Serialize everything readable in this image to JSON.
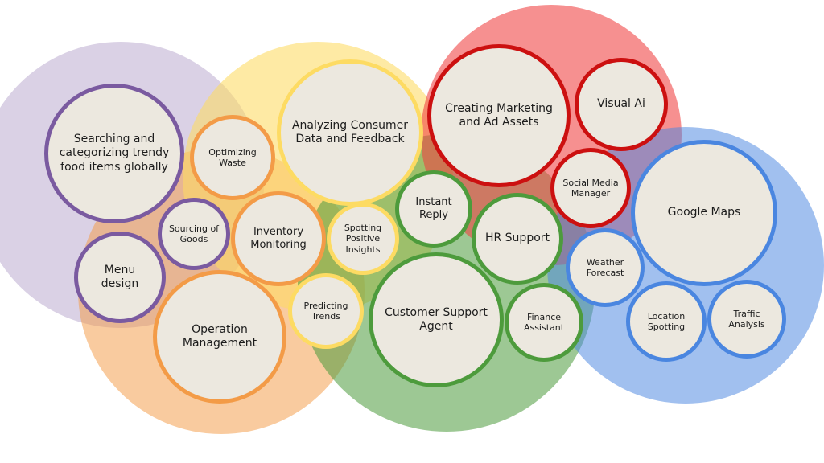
{
  "colors": {
    "purple": "#7a5aa0",
    "orange": "#f39b47",
    "yellow": "#fddb63",
    "green": "#4d9b3c",
    "red": "#cc1010",
    "blue": "#4a86e0",
    "node_fill": "#ece8df"
  },
  "groups": {
    "purple": {
      "items": [
        "Searching and categorizing trendy food items globally",
        "Menu design",
        "Sourcing of Goods"
      ]
    },
    "orange": {
      "items": [
        "Optimizing Waste",
        "Inventory Monitoring",
        "Operation Management"
      ]
    },
    "yellow": {
      "items": [
        "Analyzing Consumer Data and Feedback",
        "Spotting Positive Insights",
        "Predicting Trends"
      ]
    },
    "green": {
      "items": [
        "Instant Reply",
        "HR Support",
        "Customer Support Agent",
        "Finance Assistant"
      ]
    },
    "red": {
      "items": [
        "Creating Marketing and Ad Assets",
        "Visual Ai",
        "Social Media Manager"
      ]
    },
    "blue": {
      "items": [
        "Google Maps",
        "Weather Forecast",
        "Location Spotting",
        "Traffic Analysis"
      ]
    }
  }
}
